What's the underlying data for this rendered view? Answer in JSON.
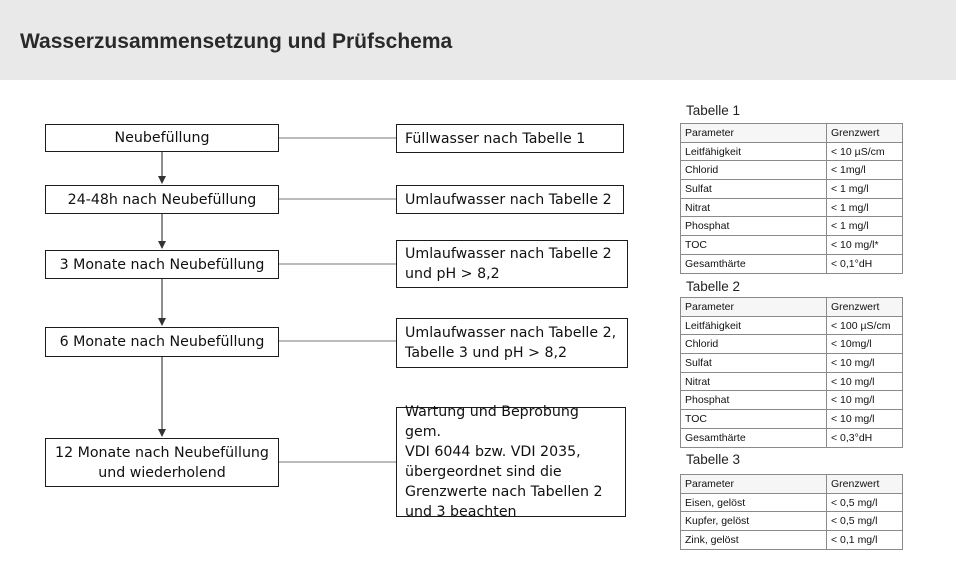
{
  "header": {
    "title": "Wasserzusammensetzung und Prüfschema"
  },
  "flow": {
    "steps": [
      {
        "stage": "Neubefüllung",
        "requirement": "Füllwasser nach Tabelle 1"
      },
      {
        "stage": "24-48h nach Neubefüllung",
        "requirement": "Umlaufwasser nach Tabelle 2"
      },
      {
        "stage": "3 Monate nach Neubefüllung",
        "requirement": "Umlaufwasser nach Tabelle 2\nund pH > 8,2"
      },
      {
        "stage": "6 Monate nach Neubefüllung",
        "requirement": "Umlaufwasser nach Tabelle 2,\nTabelle 3 und pH > 8,2"
      },
      {
        "stage": "12 Monate nach Neubefüllung\nund wiederholend",
        "requirement": "Wartung und Beprobung gem.\nVDI 6044 bzw. VDI 2035,\nübergeordnet sind die\nGrenzwerte nach Tabellen 2\nund 3 beachten"
      }
    ]
  },
  "tables": [
    {
      "caption": "Tabelle 1",
      "headers": [
        "Parameter",
        "Grenzwert"
      ],
      "rows": [
        [
          "Leitfähigkeit",
          "< 10 µS/cm"
        ],
        [
          "Chlorid",
          "< 1mg/l"
        ],
        [
          "Sulfat",
          "< 1 mg/l"
        ],
        [
          "Nitrat",
          "< 1 mg/l"
        ],
        [
          "Phosphat",
          "< 1 mg/l"
        ],
        [
          "TOC",
          "< 10 mg/l*"
        ],
        [
          "Gesamthärte",
          "< 0,1°dH"
        ]
      ]
    },
    {
      "caption": "Tabelle 2",
      "headers": [
        "Parameter",
        "Grenzwert"
      ],
      "rows": [
        [
          "Leitfähigkeit",
          "< 100 µS/cm"
        ],
        [
          "Chlorid",
          "< 10mg/l"
        ],
        [
          "Sulfat",
          "< 10 mg/l"
        ],
        [
          "Nitrat",
          "< 10 mg/l"
        ],
        [
          "Phosphat",
          "< 10 mg/l"
        ],
        [
          "TOC",
          "< 10 mg/l"
        ],
        [
          "Gesamthärte",
          "< 0,3°dH"
        ]
      ]
    },
    {
      "caption": "Tabelle 3",
      "headers": [
        "Parameter",
        "Grenzwert"
      ],
      "rows": [
        [
          "Eisen, gelöst",
          "< 0,5 mg/l"
        ],
        [
          "Kupfer, gelöst",
          "< 0,5 mg/l"
        ],
        [
          "Zink, gelöst",
          "< 0,1 mg/l"
        ]
      ]
    }
  ]
}
